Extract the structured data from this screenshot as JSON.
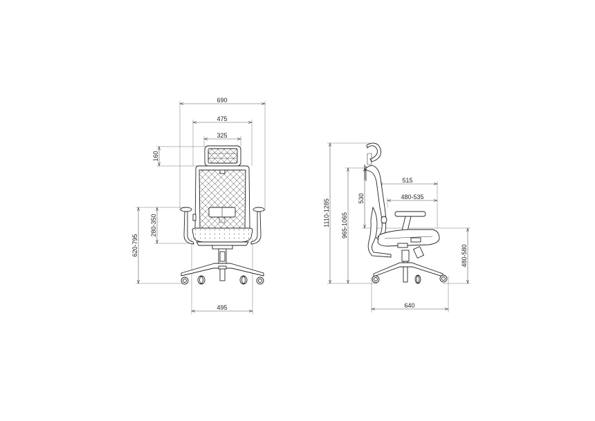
{
  "drawing": {
    "title": "Office chair dimension drawing",
    "units": "mm",
    "stroke_color": "#222222",
    "background": "#ffffff"
  },
  "front_view": {
    "dimensions": {
      "overall_width": "690",
      "backrest_width": "475",
      "headrest_width": "325",
      "headrest_height": "160",
      "armrest_height_from_seat": "280-350",
      "armrest_height_from_floor": "620-795",
      "seat_width": "495"
    }
  },
  "side_view": {
    "dimensions": {
      "overall_height": "1110-1285",
      "backrest_top_height": "965-1065",
      "backrest_height": "530",
      "seat_depth": "515",
      "seat_depth_adjust": "480-535",
      "seat_height": "480-580",
      "base_depth": "640"
    }
  }
}
